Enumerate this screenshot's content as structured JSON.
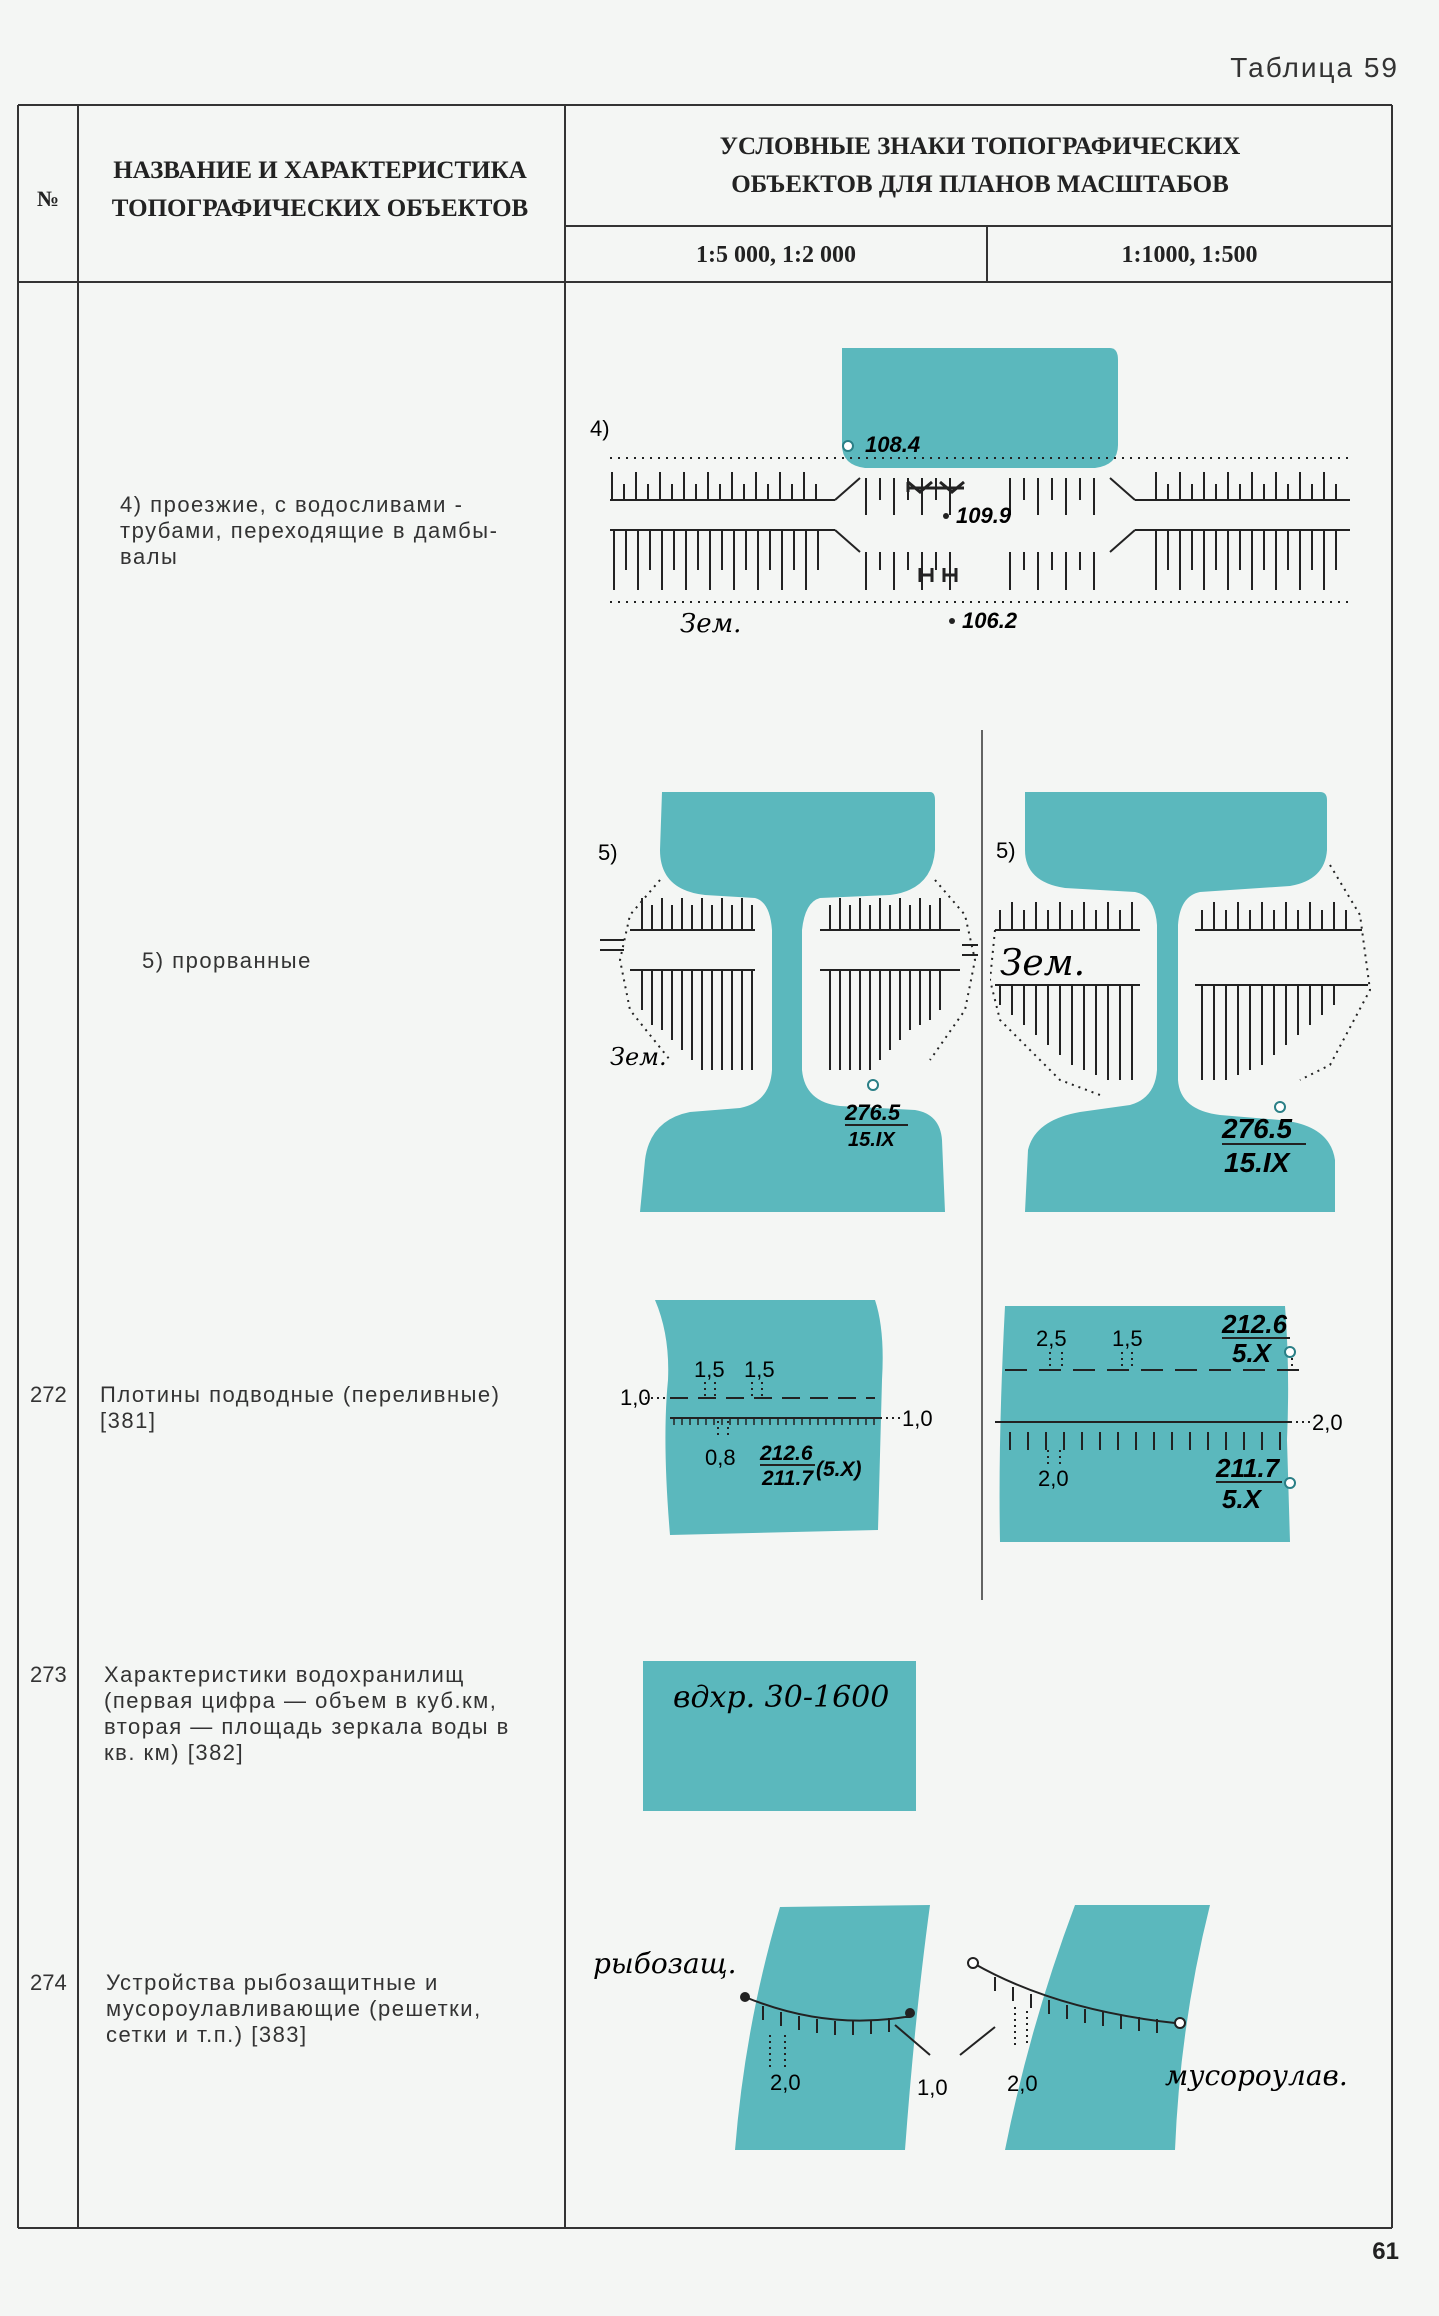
{
  "table_label": "Таблица 59",
  "page_number": "61",
  "header": {
    "col_no": "№",
    "col_name": "НАЗВАНИЕ И ХАРАКТЕРИСТИКА ТОПОГРАФИЧЕСКИХ ОБЪЕКТОВ",
    "col_signs": "УСЛОВНЫЕ ЗНАКИ ТОПОГРАФИЧЕСКИХ ОБЪЕКТОВ ДЛЯ ПЛАНОВ МАСШТАБОВ",
    "scale_a": "1:5 000, 1:2 000",
    "scale_b": "1:1000, 1:500"
  },
  "rows": [
    {
      "num": "",
      "text": "4) проезжие, с водосливами - трубами, переходящие в дамбы-валы"
    },
    {
      "num": "",
      "text": "5) прорванные"
    },
    {
      "num": "272",
      "text": "Плотины подводные (переливные) [381]"
    },
    {
      "num": "273",
      "text": "Характеристики водохранилищ (первая цифра — объем в куб.км, вторая — площадь зеркала воды в кв. км) [382]"
    },
    {
      "num": "274",
      "text": "Устройства рыбозащитные и мусороулавливающие (решетки, сетки и т.п.) [383]"
    }
  ],
  "signs": {
    "r4": {
      "marker": "4)",
      "elev_top": "108.4",
      "elev_mid": "109.9",
      "elev_bottom": "106.2",
      "label": "Зем."
    },
    "r5a": {
      "marker": "5)",
      "label": "Зем.",
      "num": "276.5",
      "den": "15.IX"
    },
    "r5b": {
      "marker": "5)",
      "label": "Зем.",
      "num": "276.5",
      "den": "15.IX"
    },
    "r272a": {
      "d1": "1,5",
      "d2": "1,5",
      "left": "1,0",
      "right": "1,0",
      "gap": "0,8",
      "num": "212.6",
      "den": "211.7",
      "date": "(5.X)"
    },
    "r272b": {
      "d1": "2,5",
      "d2": "1,5",
      "right": "2,0",
      "gap": "2,0",
      "num1": "212.6",
      "den1": "5.X",
      "num2": "211.7",
      "den2": "5.X"
    },
    "r273": {
      "label": "вдхр. 30-1600"
    },
    "r274": {
      "left_label": "рыбозащ.",
      "right_label": "мусороулав.",
      "dim_a": "2,0",
      "dim_mid": "1,0",
      "dim_b": "2,0"
    }
  },
  "colors": {
    "water": "#5bb8bd",
    "line": "#222222",
    "paper": "#f4f6f4"
  }
}
